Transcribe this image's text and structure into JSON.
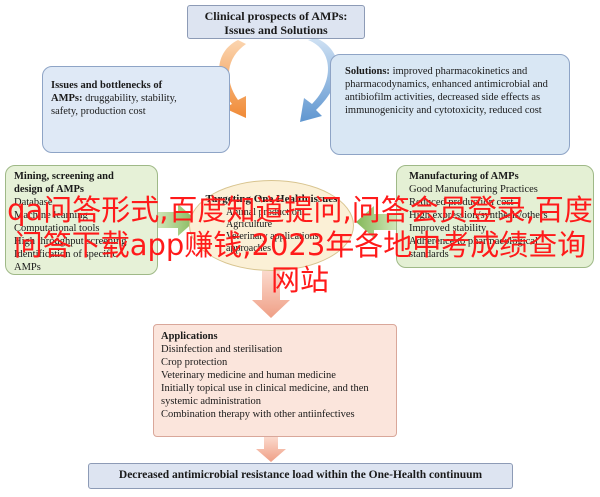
{
  "header": {
    "title": "Clinical prospects of AMPs:",
    "subtitle": "Issues and Solutions"
  },
  "issues": {
    "title": "Issues and bottlenecks of",
    "lead": "AMPs:",
    "lines": [
      " druggability, stability,",
      "safety, production cost"
    ]
  },
  "solutions": {
    "title": "Solutions:",
    "lines": [
      " improved pharmacokinetics and",
      "pharmacodynamics, enhanced antimicrobial and",
      "antibiofilm activities, decreased side effects as",
      "immunogenicity and cytotoxicity, reduced cost"
    ]
  },
  "mining": {
    "title": "Mining, screening and",
    "title2": "design of AMPs",
    "lines": [
      "Database",
      "Machine learning",
      "Computational tools",
      "High throughput screening",
      "Identification of specific",
      "AMPs"
    ]
  },
  "manufacturing": {
    "title": "Manufacturing of AMPs",
    "lines": [
      "Good Manufacturing Practices",
      "Reduced production cost",
      "High expression/synthesis/others",
      "Improved stability",
      "Adherence to pharmacological",
      "standards"
    ]
  },
  "one_health": {
    "title": "Targeting One Health issues",
    "lines": [
      "Animal production",
      "Agriculture",
      "Veterinary applications",
      "approaches"
    ]
  },
  "applications": {
    "title": "Applications",
    "lines": [
      "Disinfection and sterilisation",
      "Crop protection",
      "Veterinary medicine and human medicine",
      "Initially topical use in clinical medicine, and then",
      "systemic administration",
      "Combination therapy with other antiinfectives"
    ]
  },
  "footer": {
    "text": "Decreased antimicrobial resistance load within the One-Health continuum"
  },
  "watermark": {
    "text": "qa问答形式,百度知道提问,问答会员登录,百度问答下载app赚钱,2023年各地中考成绩查询网站"
  },
  "colors": {
    "orange_arrow": "#f39a4c",
    "blue_arrow": "#6fa3d8",
    "green_arrow": "#94c26c",
    "pink_arrow": "#f2b29d",
    "watermark": "#ff1a1a"
  }
}
